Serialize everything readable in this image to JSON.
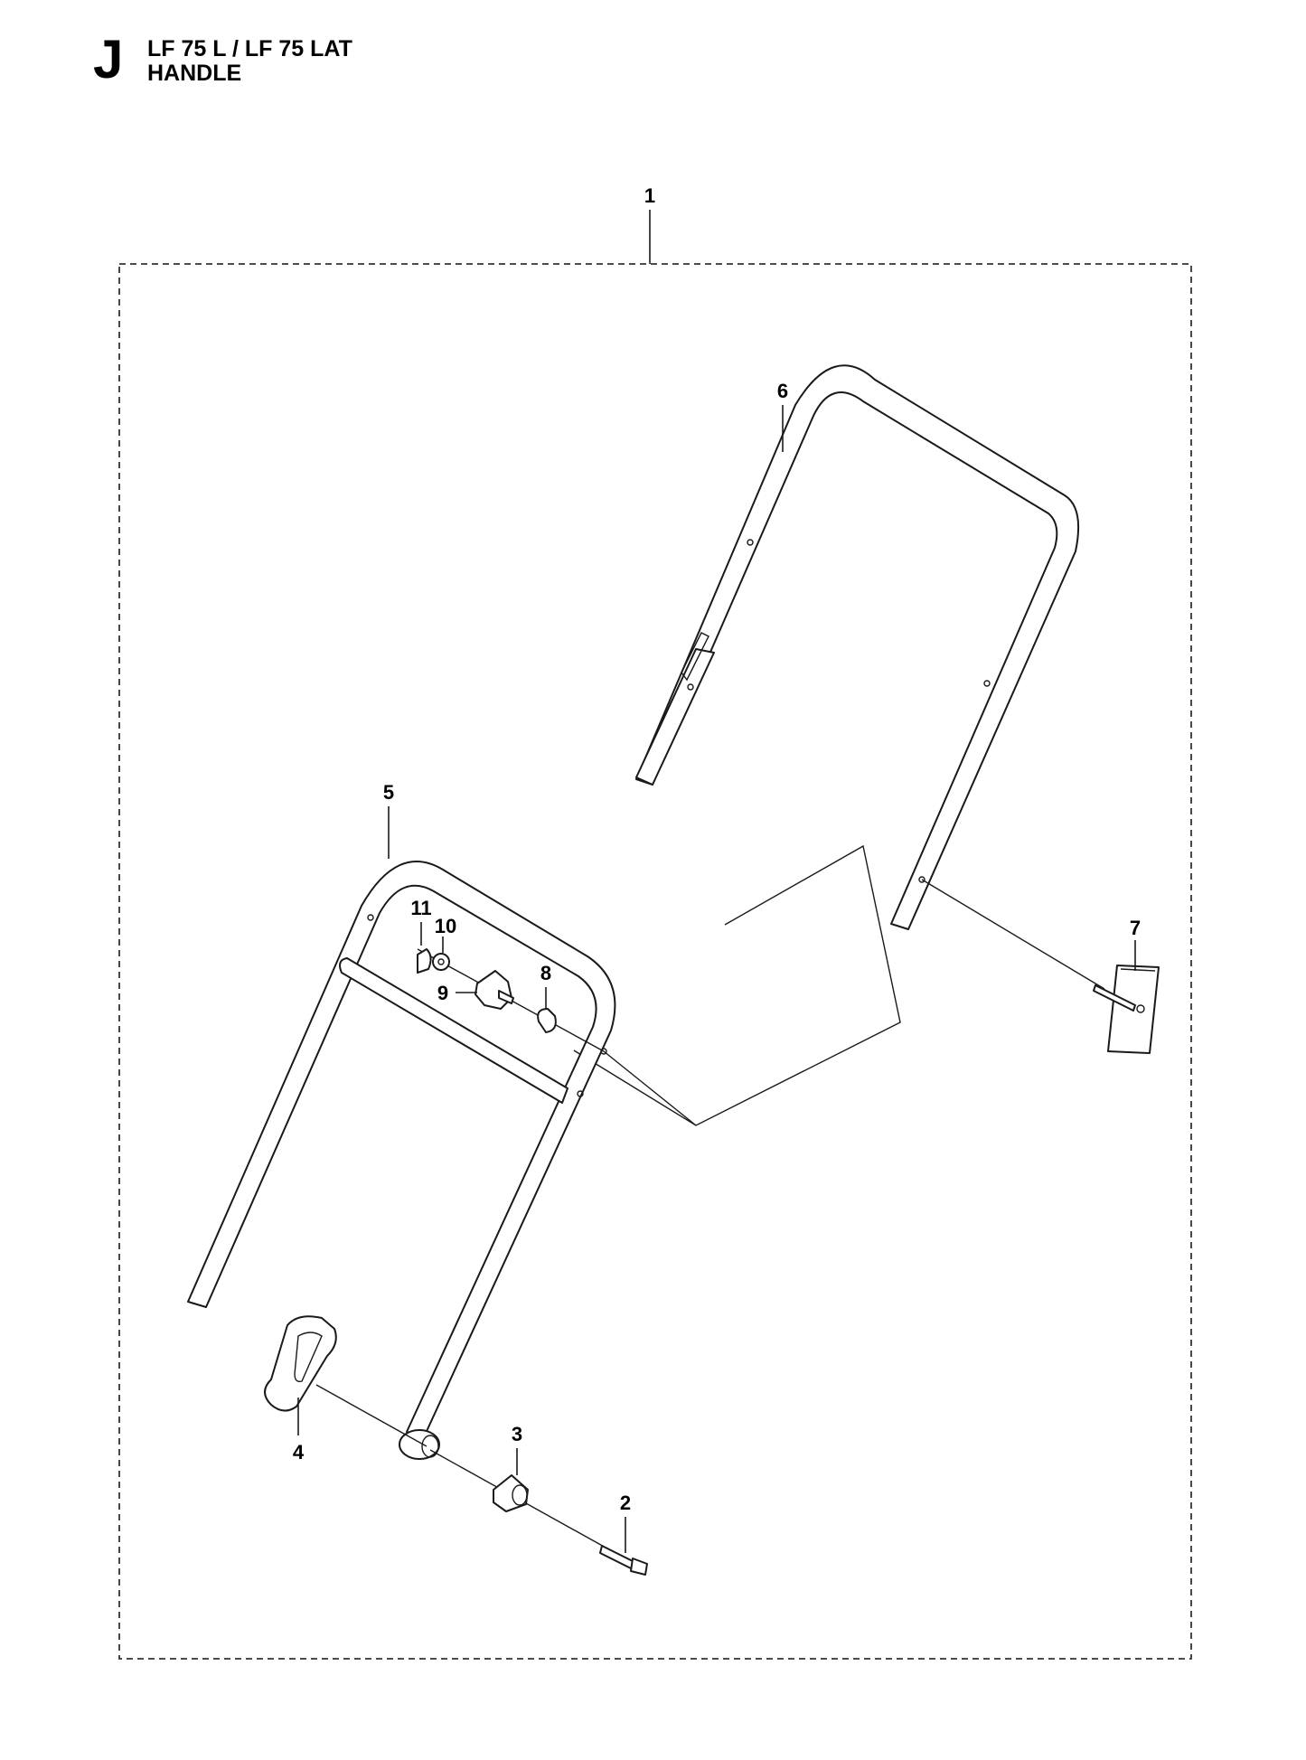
{
  "header": {
    "section_letter": "J",
    "model": "LF 75 L / LF 75 LAT",
    "title": "HANDLE"
  },
  "callouts": {
    "c1": "1",
    "c2": "2",
    "c3": "3",
    "c4": "4",
    "c5": "5",
    "c6": "6",
    "c7": "7",
    "c8": "8",
    "c9": "9",
    "c10": "10",
    "c11": "11"
  }
}
